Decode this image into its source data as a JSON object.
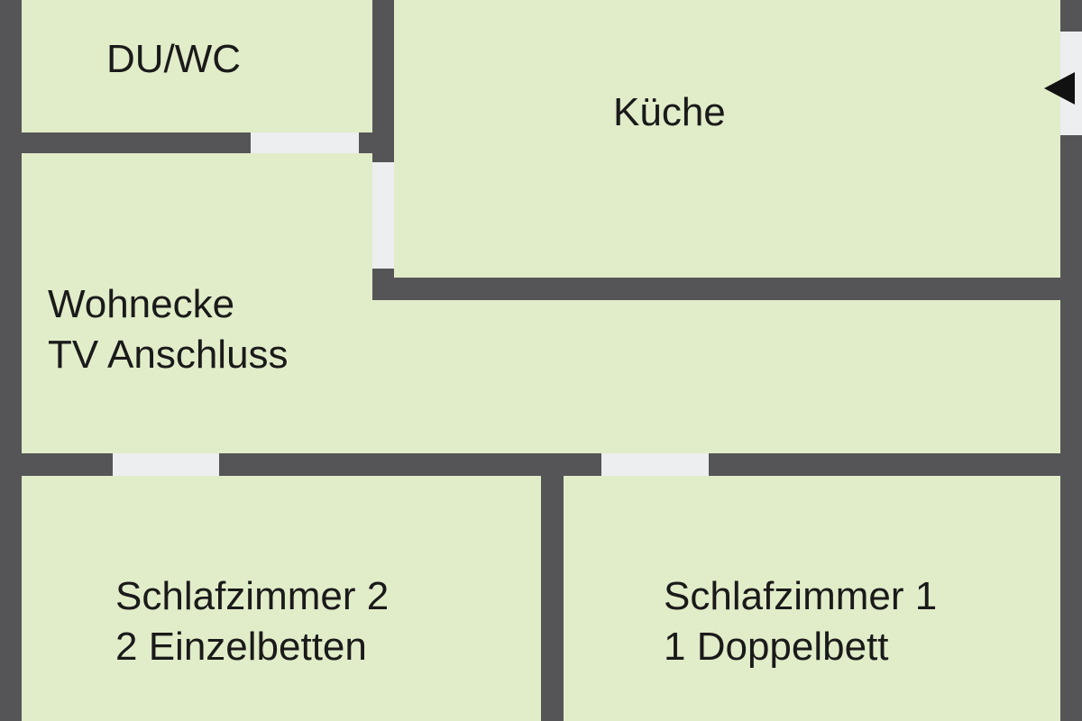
{
  "colors": {
    "floor": "#e1ecc9",
    "wall": "#555557",
    "door": "#eceef0"
  },
  "rooms": {
    "bath": {
      "line1": "DU/WC"
    },
    "kitchen": {
      "line1": "Küche"
    },
    "living": {
      "line1": "Wohnecke",
      "line2": "TV Anschluss"
    },
    "bedroom2": {
      "line1": "Schlafzimmer 2",
      "line2": "2 Einzelbetten"
    },
    "bedroom1": {
      "line1": "Schlafzimmer 1",
      "line2": "1 Doppelbett"
    }
  },
  "entrance_icon": "arrow-left-icon"
}
